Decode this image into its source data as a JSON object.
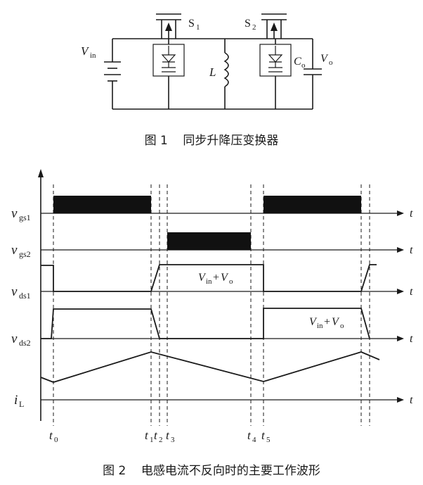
{
  "figure1": {
    "caption": "图 1    同步升降压变换器",
    "labels": {
      "vin_main": "V",
      "vin_sub": "in",
      "s1_main": "S",
      "s1_sub": "1",
      "s2_main": "S",
      "s2_sub": "2",
      "l": "L",
      "co_main": "C",
      "co_sub": "o",
      "vo_main": "V",
      "vo_sub": "o"
    }
  },
  "figure2": {
    "caption": "图 2    电感电流不反向时的主要工作波形",
    "rows": {
      "vgs1": {
        "main": "v",
        "sub": "gs1"
      },
      "vgs2": {
        "main": "v",
        "sub": "gs2"
      },
      "vds1": {
        "main": "v",
        "sub": "ds1"
      },
      "vds2": {
        "main": "v",
        "sub": "ds2"
      },
      "il": {
        "main": "i",
        "sub": "L"
      }
    },
    "axis_label": "t",
    "time_labels": {
      "t0": {
        "main": "t",
        "sub": "0"
      },
      "t1": {
        "main": "t",
        "sub": "1"
      },
      "t2": {
        "main": "t",
        "sub": "2"
      },
      "t3": {
        "main": "t",
        "sub": "3"
      },
      "t4": {
        "main": "t",
        "sub": "4"
      },
      "t5": {
        "main": "t",
        "sub": "5"
      }
    },
    "annotation_vds1": {
      "v1": "V",
      "s1": "in",
      "plus": "+",
      "v2": "V",
      "s2": "o"
    },
    "annotation_vds2": {
      "v1": "V",
      "s1": "in",
      "plus": "+",
      "v2": "V",
      "s2": "o"
    }
  }
}
